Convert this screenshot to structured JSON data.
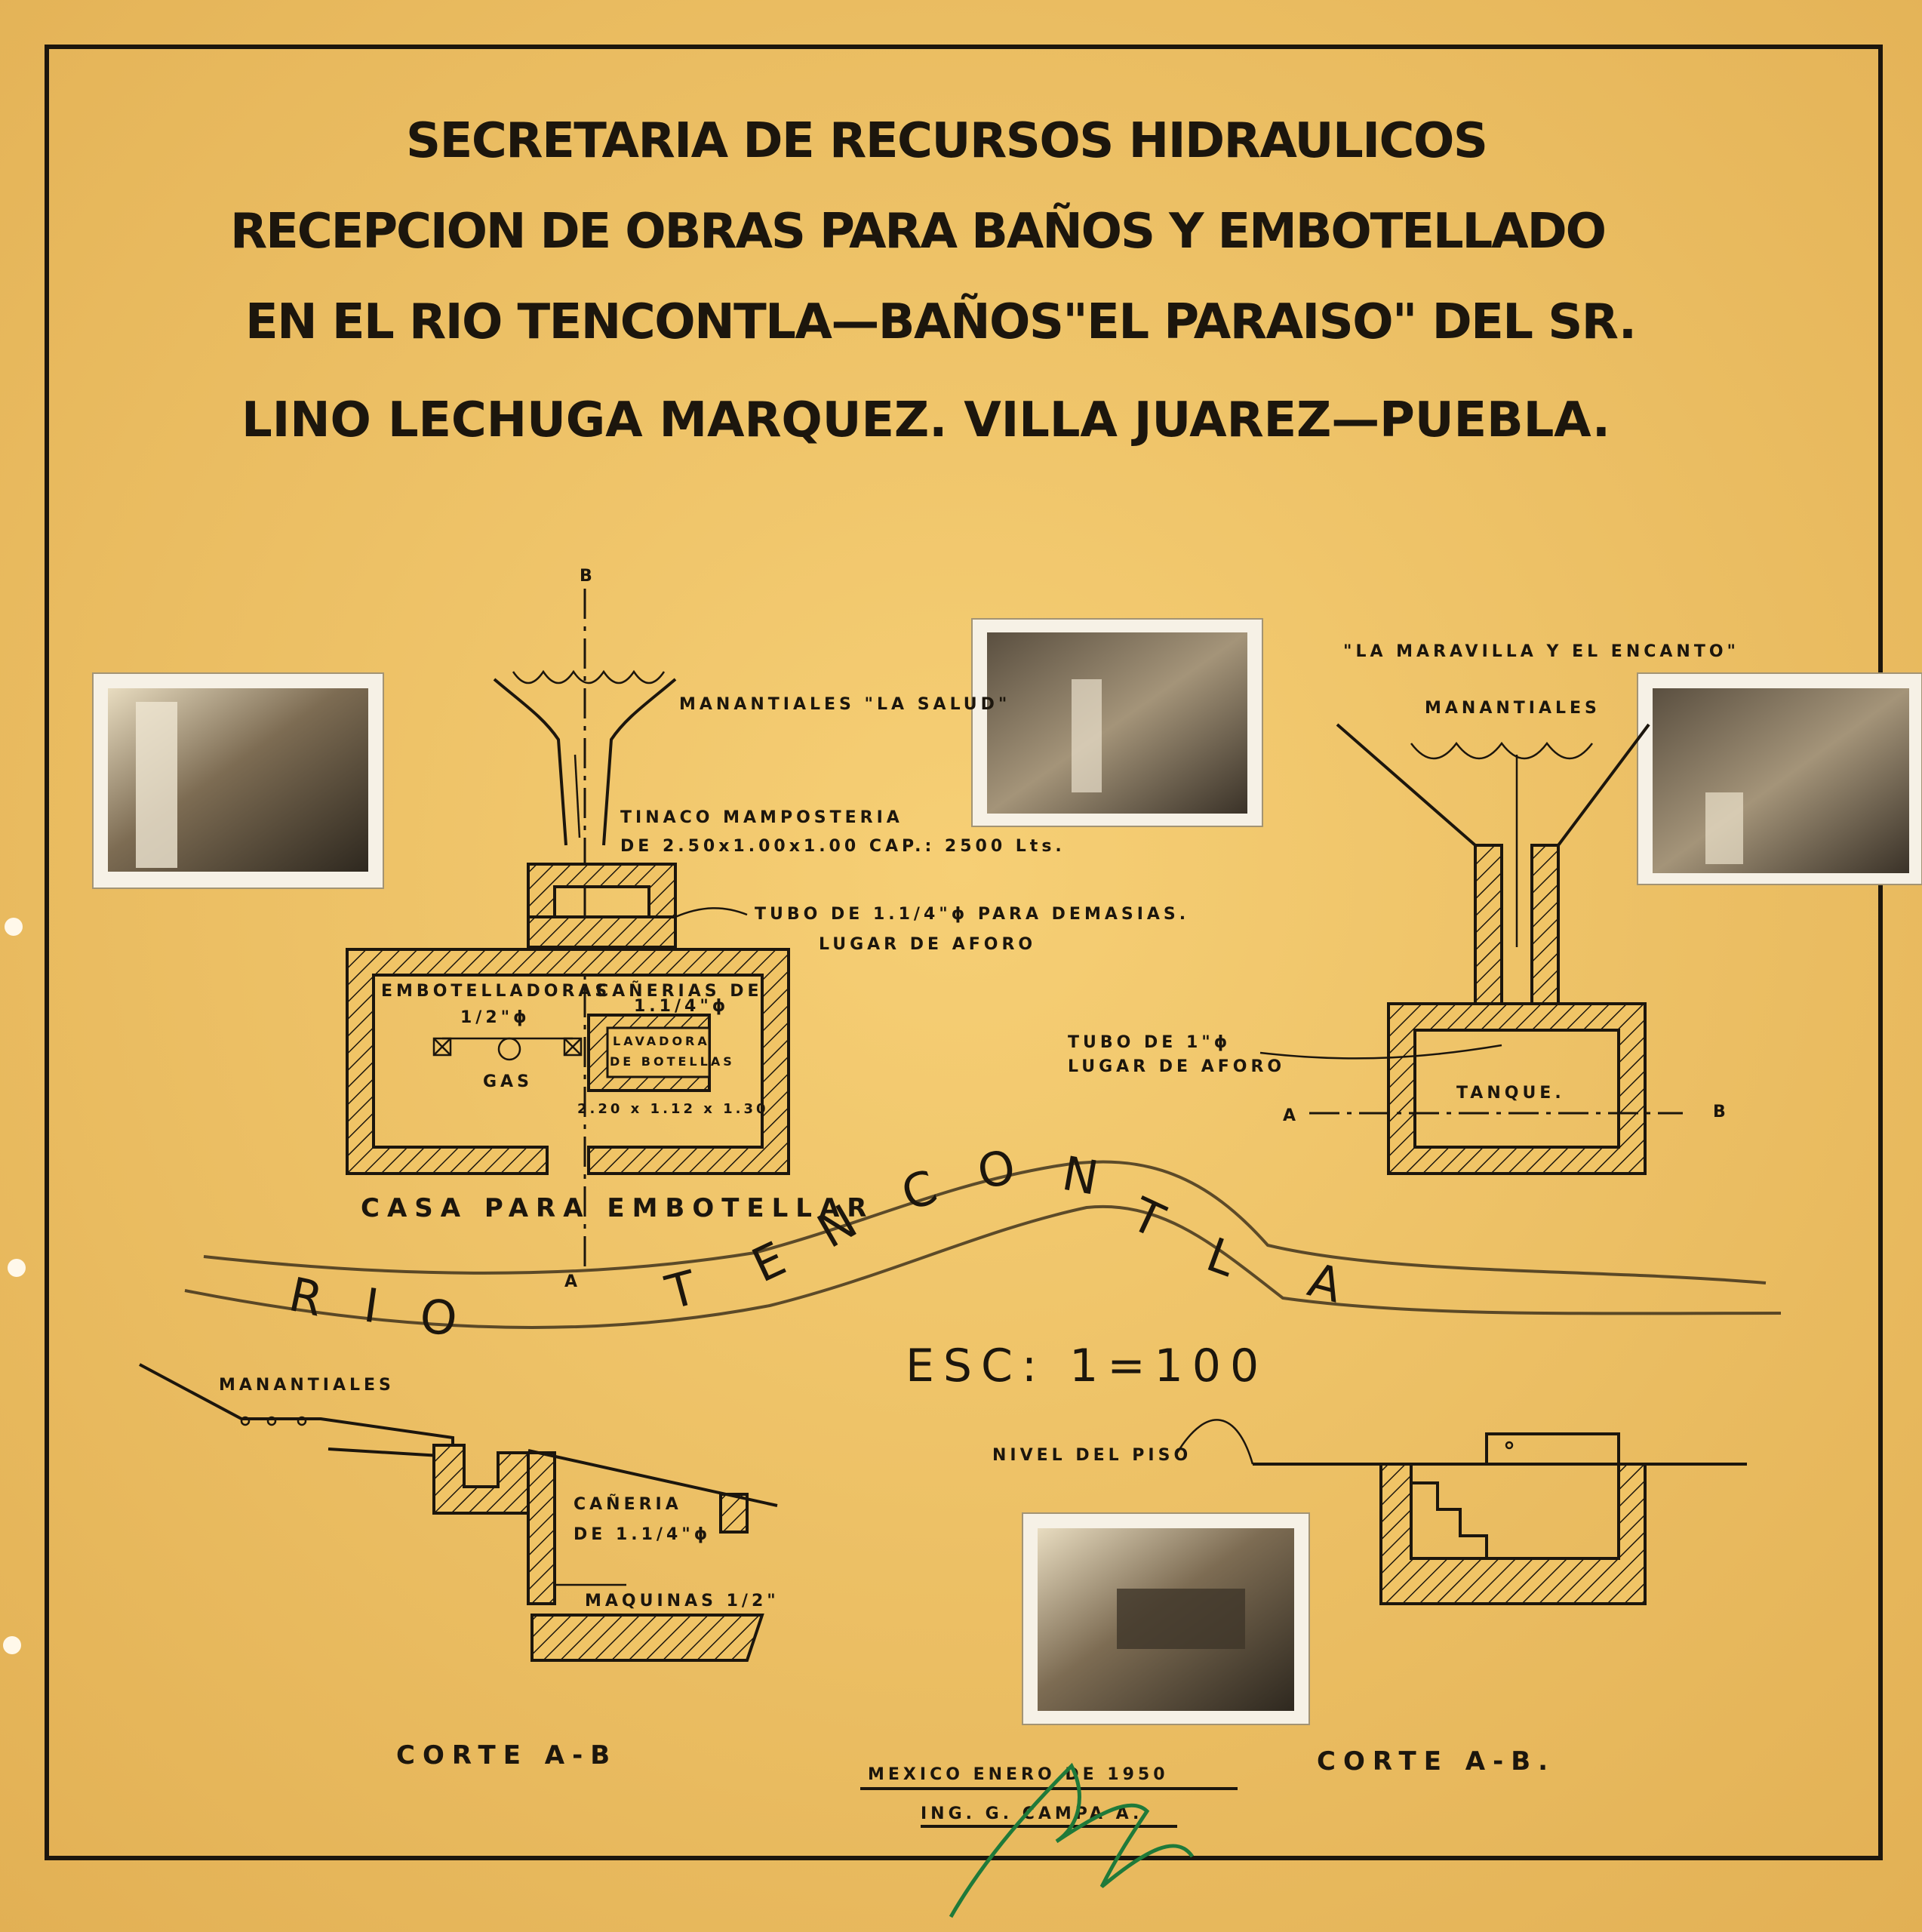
{
  "title_lines": [
    "SECRETARIA DE RECURSOS  HIDRAULICOS",
    "RECEPCION DE OBRAS PARA BAÑOS Y EMBOTELLADO",
    "EN EL RIO TENCONTLA—BAÑOS\"EL PARAISO\" DEL SR.",
    "LINO LECHUGA MARQUEZ.   VILLA JUAREZ—PUEBLA."
  ],
  "left_plan": {
    "section_top": "B",
    "section_bottom": "A",
    "springs": "MANANTIALES  \"LA SALUD\"",
    "tank_line1": "TINACO MAMPOSTERIA",
    "tank_line2": "DE 2.50x1.00x1.00  CAP.: 2500 Lts.",
    "overflow_line1": "TUBO DE 1.1/4\"ϕ  PARA DEMASIAS.",
    "overflow_line2": "LUGAR DE AFORO",
    "bottlers": "EMBOTELLADORAS",
    "pipes_line1": "CAÑERIAS DE",
    "pipes_line2": "1.1/4\"ϕ",
    "half_inch": "1/2\"ϕ",
    "gas": "GAS",
    "washer_line1": "LAVADORA",
    "washer_line2": "DE BOTELLAS",
    "washer_dims": "2.20 x 1.12 x 1.30",
    "caption": "CASA PARA  EMBOTELLAR"
  },
  "right_plan": {
    "springs_name": "\"LA MARAVILLA  Y  EL ENCANTO\"",
    "springs": "MANANTIALES",
    "pipe_line1": "TUBO DE 1\"ϕ",
    "pipe_line2": "LUGAR DE AFORO",
    "tank": "TANQUE.",
    "section_left": "A",
    "section_right": "B"
  },
  "river_letters": [
    "R",
    "I",
    "O",
    "T",
    "E",
    "N",
    "C",
    "O",
    "N",
    "T",
    "L",
    "A"
  ],
  "scale": "ESC: 1=100",
  "left_section": {
    "springs": "MANANTIALES",
    "pipe_line1": "CAÑERIA",
    "pipe_line2": "DE 1.1/4\"ϕ",
    "machines": "MAQUINAS  1/2\"",
    "caption": "CORTE  A-B"
  },
  "right_section": {
    "floor_level": "NIVEL DEL PISO",
    "caption": "CORTE  A-B."
  },
  "footer": {
    "place_date": "MEXICO ENERO DE 1950",
    "engineer": "ING. G. CAMPA  A."
  },
  "colors": {
    "paper": "#f0c466",
    "ink": "#1c160d",
    "signature": "#1f7a3a"
  }
}
